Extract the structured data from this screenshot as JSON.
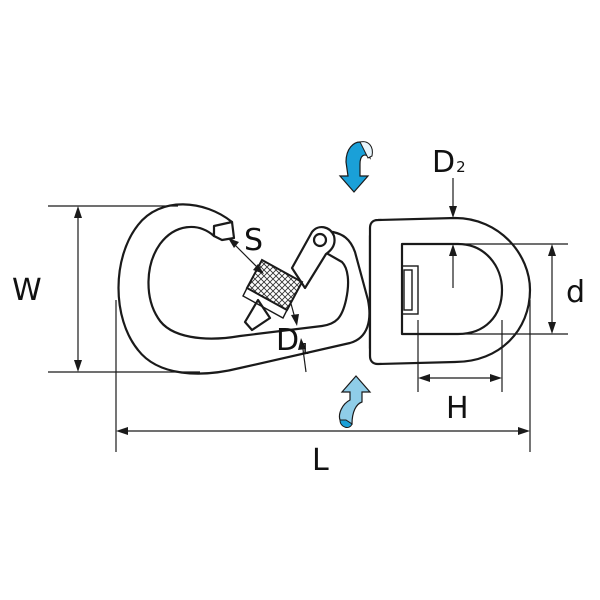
{
  "labels": {
    "w": "W",
    "s": "S",
    "d1_main": "D",
    "d1_sub": "1",
    "d2_main": "D",
    "d2_sub": "2",
    "d": "d",
    "h": "H",
    "l": "L"
  },
  "colors": {
    "line": "#1a1a1a",
    "rotation_arrow_top": "#1aa0d8",
    "rotation_arrow_bottom": "#8fcde8",
    "knurl": "#333333"
  },
  "icons": {
    "rotate_top": "swivel-rotation-arrow-down",
    "rotate_bottom": "swivel-rotation-arrow-up"
  }
}
